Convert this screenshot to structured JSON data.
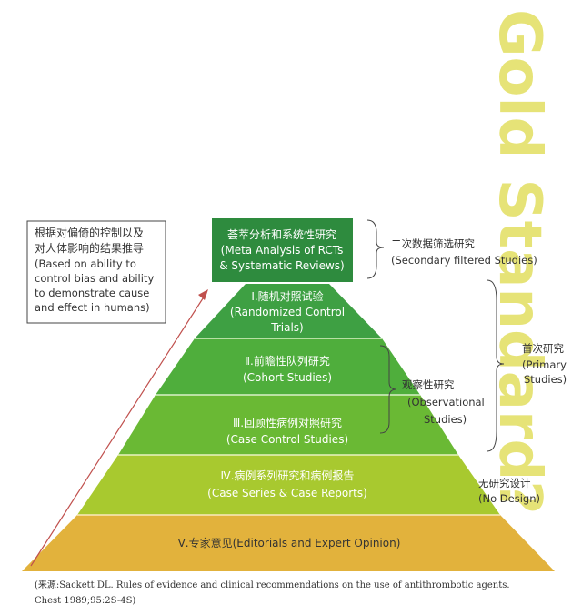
{
  "watermark": "Gold Standard?",
  "levels": {
    "top": {
      "zh": "荟萃分析和系统性研究",
      "en1": "(Meta Analysis of RCTs",
      "en2": "& Systematic Reviews)"
    },
    "l1": {
      "zh": "Ⅰ.随机对照试验",
      "en1": "(Randomized Control",
      "en2": "Trials)"
    },
    "l2": {
      "zh": "Ⅱ.前瞻性队列研究",
      "en1": "(Cohort Studies)"
    },
    "l3": {
      "zh": "Ⅲ.回顾性病例对照研究",
      "en1": "(Case Control Studies)"
    },
    "l4": {
      "zh": "Ⅳ.病例系列研究和病例报告",
      "en1": "(Case Series & Case Reports)"
    },
    "l5": {
      "zh": "Ⅴ.专家意见(Editorials and Expert Opinion)"
    }
  },
  "left_note": {
    "line1": "根据对偏倚的控制以及",
    "line2": "对人体影响的结果推导",
    "line3": "(Based on ability to",
    "line4": "control bias and ability",
    "line5": "to demonstrate cause",
    "line6": "and effect in humans)"
  },
  "right_labels": {
    "secondary": {
      "line1": "二次数据筛选研究",
      "line2": "(Secondary filtered Studies)"
    },
    "primary": {
      "line1": "首次研究",
      "line2": "(Primary",
      "line3": "Studies)"
    },
    "observational": {
      "line1": "观察性研究",
      "line2": "(Observational",
      "line3": "Studies)"
    },
    "no_design": {
      "line1": "无研究设计",
      "line2": "(No Design)"
    }
  },
  "source": {
    "line1": "(来源:Sackett DL. Rules of evidence and clinical recommendations on the use of antithrombotic agents.",
    "line2": "Chest 1989;95:2S-4S)"
  },
  "colors": {
    "top": "#2e8b3e",
    "l1": "#3ea043",
    "l2": "#4fae3c",
    "l3": "#6ab934",
    "l4": "#a8c92f",
    "l5": "#e2b23c",
    "watermark": "#e6e377",
    "arrow": "#c0504d"
  }
}
